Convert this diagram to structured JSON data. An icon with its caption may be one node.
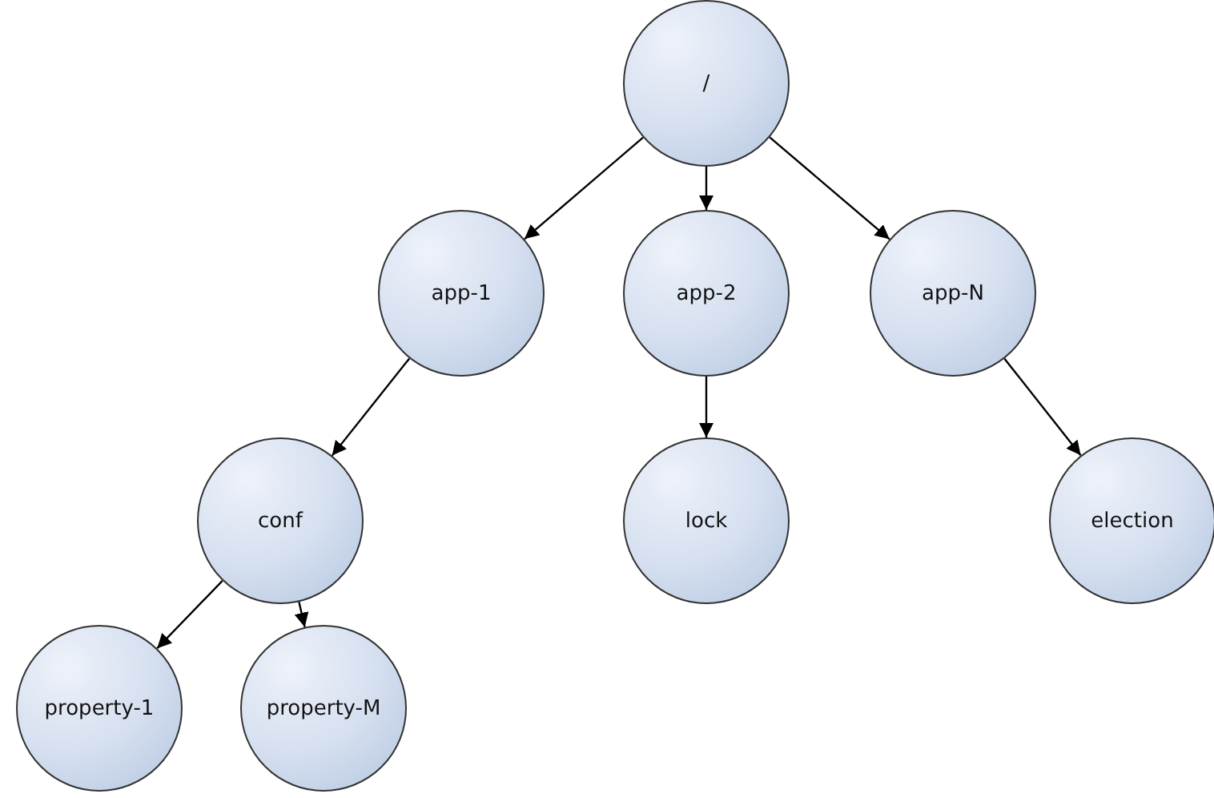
{
  "diagram": {
    "nodes": [
      {
        "text": [
          "/"
        ]
      },
      {
        "text": [
          "app-1"
        ]
      },
      {
        "text": [
          "app-2"
        ]
      },
      {
        "text": [
          "app-N"
        ]
      },
      {
        "text": [
          "conf"
        ]
      },
      {
        "text": [
          "lock"
        ]
      },
      {
        "text": [
          "election"
        ]
      },
      {
        "text": [
          "property-1"
        ]
      },
      {
        "text": [
          "property-M"
        ]
      }
    ],
    "edges": [
      {
        "from": 0,
        "to": 1,
        "arrow": "to"
      },
      {
        "from": 0,
        "to": 2,
        "arrow": "to"
      },
      {
        "from": 0,
        "to": 3,
        "arrow": "to"
      },
      {
        "from": 1,
        "to": 4,
        "arrow": "to"
      },
      {
        "from": 2,
        "to": 5,
        "arrow": "to"
      },
      {
        "from": 3,
        "to": 6,
        "arrow": "to"
      },
      {
        "from": 4,
        "to": 7,
        "arrow": "to"
      },
      {
        "from": 4,
        "to": 8,
        "arrow": "to"
      }
    ]
  }
}
